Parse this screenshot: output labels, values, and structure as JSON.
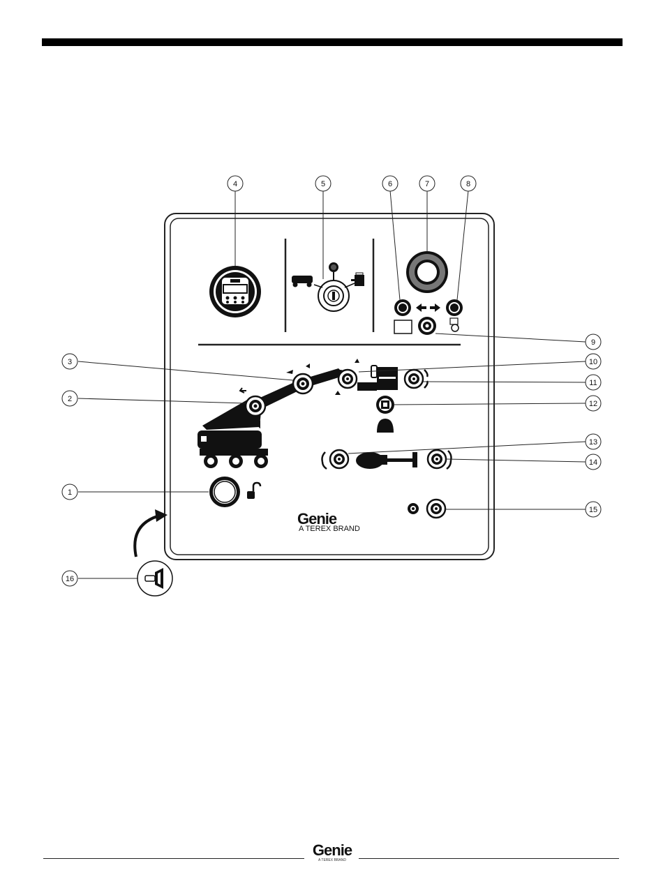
{
  "panel": {
    "brand_name": "Genie",
    "brand_tagline": "A TEREX BRAND"
  },
  "callouts": [
    "1",
    "2",
    "3",
    "4",
    "5",
    "6",
    "7",
    "8",
    "9",
    "10",
    "11",
    "12",
    "13",
    "14",
    "15",
    "16"
  ],
  "footer": {
    "brand_name": "Genie",
    "brand_tagline": "A TEREX BRAND"
  },
  "colors": {
    "ink": "#000000",
    "panel_bg": "#ffffff",
    "line": "#222222"
  }
}
